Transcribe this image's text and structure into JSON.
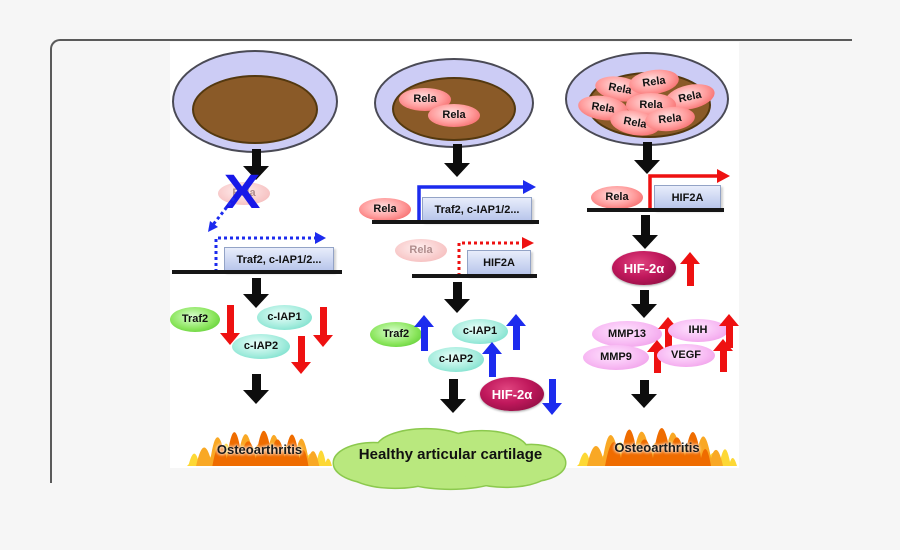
{
  "labels": {
    "rela": "Rela",
    "gene_traf2_ciap": "Traf2, c-IAP1/2...",
    "gene_hif2a": "HIF2A",
    "traf2": "Traf2",
    "c_iap1": "c-IAP1",
    "c_iap2": "c-IAP2",
    "hif_2a": "HIF-2α",
    "mmp13": "MMP13",
    "mmp9": "MMP9",
    "ihh": "IHH",
    "vegf": "VEGF",
    "osteoarthritis": "Osteoarthritis",
    "healthy_cartilage": "Healthy articular cartilage",
    "block_x": "X"
  },
  "colors": {
    "cell_membrane": "#ccccf5",
    "nucleus_brown": "#8a5a28",
    "rela_red": "#f04e4e",
    "gene_box_blue": "#b6c4ea",
    "traf2_green": "#47c11e",
    "ciap_cyan": "#5fd8c2",
    "hif2a_maroon": "#7c0a38",
    "mmp_pink": "#ec92e4",
    "arrow_red": "#ee1111",
    "arrow_blue": "#1c2bee",
    "flame_yellow": "#fdd835",
    "flame_orange": "#f9a825",
    "flame_deep_orange": "#ef6c00",
    "cartilage_green": "#b9e87e"
  }
}
